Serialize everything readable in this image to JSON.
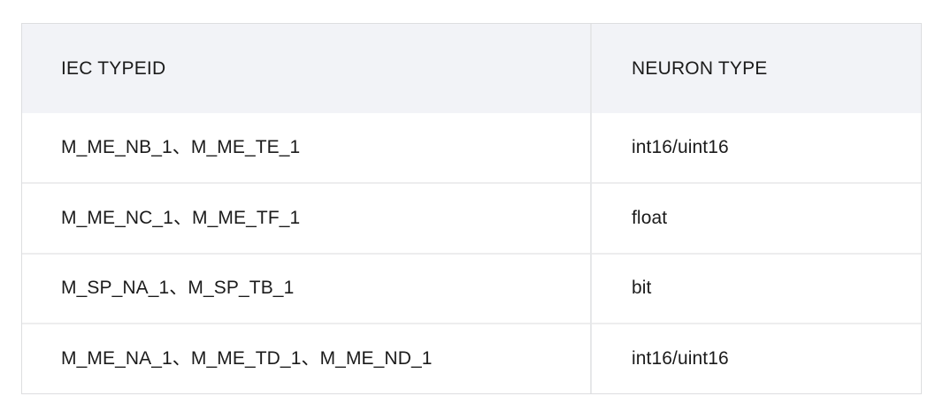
{
  "table": {
    "columns": [
      {
        "key": "iec_typeid",
        "label": "IEC TYPEID"
      },
      {
        "key": "neuron_type",
        "label": "NEURON TYPE"
      }
    ],
    "rows": [
      {
        "iec_typeid": "M_ME_NB_1、M_ME_TE_1",
        "neuron_type": "int16/uint16"
      },
      {
        "iec_typeid": "M_ME_NC_1、M_ME_TF_1",
        "neuron_type": "float"
      },
      {
        "iec_typeid": "M_SP_NA_1、M_SP_TB_1",
        "neuron_type": "bit"
      },
      {
        "iec_typeid": "M_ME_NA_1、M_ME_TD_1、M_ME_ND_1",
        "neuron_type": "int16/uint16"
      }
    ]
  },
  "colors": {
    "page_background": "#ffffff",
    "header_background": "#f2f3f7",
    "outer_border": "#dddee0",
    "row_divider": "#ededee",
    "column_divider": "#e6e7e9",
    "text": "#1b1b1b"
  }
}
